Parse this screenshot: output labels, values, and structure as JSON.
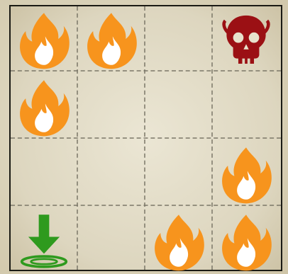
{
  "game": {
    "grid": {
      "rows": 4,
      "cols": 4
    },
    "player": {
      "row": 3,
      "col": 0,
      "icon": "green-arrow-start-icon",
      "color": "#2e9a1e"
    },
    "goal": {
      "row": 0,
      "col": 3,
      "icon": "skull-icon",
      "color": "#9b1014"
    },
    "hazards": [
      {
        "row": 0,
        "col": 0,
        "icon": "fire-icon"
      },
      {
        "row": 0,
        "col": 1,
        "icon": "fire-icon"
      },
      {
        "row": 1,
        "col": 0,
        "icon": "fire-icon"
      },
      {
        "row": 2,
        "col": 3,
        "icon": "fire-icon"
      },
      {
        "row": 3,
        "col": 2,
        "icon": "fire-icon"
      },
      {
        "row": 3,
        "col": 3,
        "icon": "fire-icon"
      }
    ],
    "colors": {
      "fire_outer": "#f7941d",
      "fire_inner": "#ffffff",
      "board_line": "#7b7768"
    }
  }
}
